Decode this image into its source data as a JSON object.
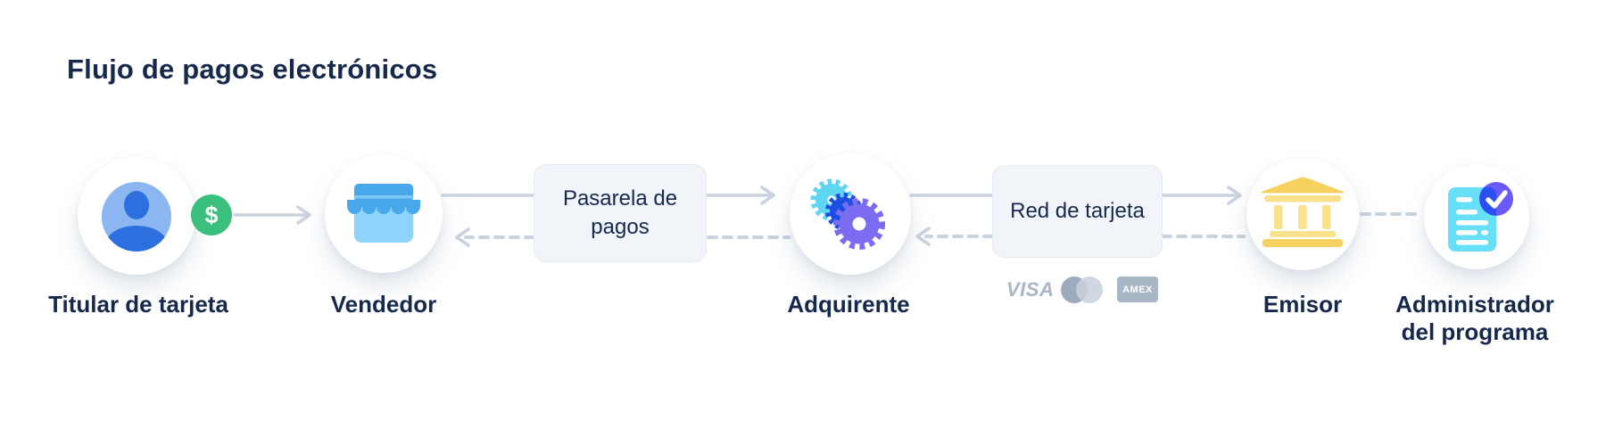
{
  "title": "Flujo de pagos electrónicos",
  "nodes": [
    {
      "label": "Titular de tarjeta",
      "icon": "person-icon"
    },
    {
      "label": "Vendedor",
      "icon": "storefront-icon"
    },
    {
      "label": "Adquirente",
      "icon": "gears-icon"
    },
    {
      "label": "Emisor",
      "icon": "bank-icon"
    },
    {
      "label": "Administrador del programa",
      "icon": "document-check-icon"
    }
  ],
  "badge": {
    "dollar": "$"
  },
  "boxes": [
    {
      "label": "Pasarela de pagos"
    },
    {
      "label": "Red de tarjeta"
    }
  ],
  "card_networks": {
    "visa": "VISA",
    "amex": "AMEX"
  },
  "colors": {
    "navy_text": "#16294c",
    "connector_gray": "#c9d3df",
    "box_bg": "#f1f5fa",
    "box_border": "#e4eaf2",
    "badge_green": "#3bbf7c",
    "person_light_blue": "#8cb6f1",
    "person_dark_blue": "#2e6fdf",
    "store_dark_blue": "#49a8ea",
    "store_light_blue": "#8ed3f9",
    "gear_cyan": "#5cd6f2",
    "gear_blue": "#1d50e0",
    "gear_purple": "#7b6cf2",
    "bank_gold": "#f7d160",
    "bank_gold_light": "#fae18b",
    "doc_cyan": "#66dff7",
    "check_badge_purple": "#6a5af9",
    "card_logo_gray": "#a9b6c6"
  }
}
